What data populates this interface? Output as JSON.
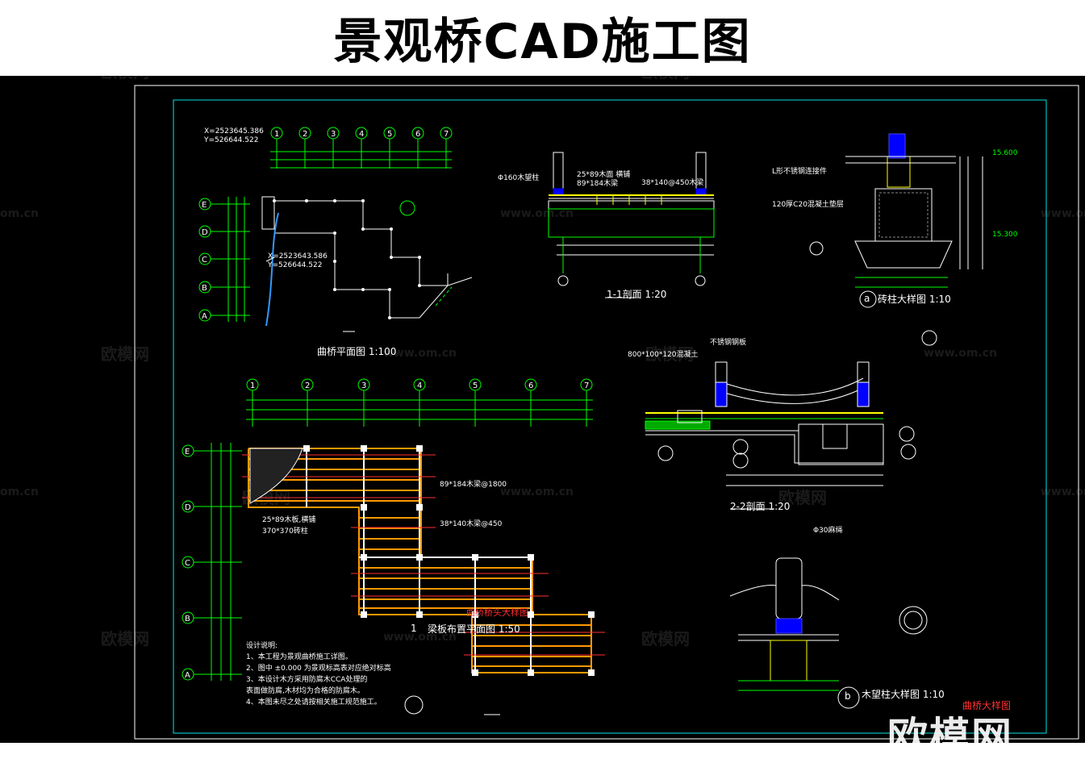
{
  "title": "景观桥CAD施工图",
  "watermark": {
    "brand": "欧模网",
    "url": "www.om.cn",
    "suffix": "om.cn"
  },
  "colors": {
    "background": "#000000",
    "frame": "#00e5e5",
    "grid": "#00ff00",
    "beam": "#ff9900",
    "red": "#ff3030",
    "yellow": "#ffff00",
    "text": "#ffffff"
  },
  "grid_labels": {
    "numbers": [
      "1",
      "2",
      "3",
      "4",
      "5",
      "6",
      "7"
    ],
    "letters": [
      "E",
      "D",
      "C",
      "B",
      "A"
    ]
  },
  "drawings": {
    "plan": {
      "title": "曲桥平面图",
      "scale": "1:100",
      "coord1": [
        "X=2523645.386",
        "Y=526644.522"
      ],
      "coord2": [
        "X=2523643.586",
        "Y=526644.522"
      ]
    },
    "beam_plan": {
      "title": "梁板布置平面图",
      "scale": "1:50",
      "num": "1"
    },
    "section11": {
      "title": "1-1剖面",
      "scale": "1:20"
    },
    "section22": {
      "title": "2-2剖面",
      "scale": "1:20"
    },
    "detail_a": {
      "title": "砖柱大样图",
      "scale": "1:10",
      "num": "a"
    },
    "detail_b": {
      "title": "木望柱大样图",
      "scale": "1:10",
      "num": "b"
    },
    "detail_bridge": {
      "title": "曲桥大样图"
    },
    "bridge_label": "曲桥桥头大样图"
  },
  "notes": {
    "heading": "设计说明:",
    "lines": [
      "1、本工程为景观曲桥施工详图。",
      "2、图中 ±0.000 为景观标高表对应绝对标高",
      "3、本设计木方采用防腐木CCA处理的",
      "   表面做防腐,木材均为合格的防腐木。",
      "4、本图未尽之处请按相关施工规范施工。"
    ]
  },
  "annotations": {
    "a1": "25*89木面 横铺",
    "a2": "38*140@450木梁",
    "a3": "89*184木梁",
    "a4": "Φ160木望柱",
    "a5": "L形不锈钢连接件",
    "a6": "120厚C20混凝土垫层",
    "a7": "89*184木梁@1800",
    "a8": "25*89木板,横铺",
    "a9": "370*370砖柱",
    "a10": "38*140木梁@450",
    "a11": "不锈钢钢板",
    "a12": "Φ30麻绳",
    "a13": "800*100*120混凝土",
    "a14": "15.600",
    "a15": "15.300"
  }
}
